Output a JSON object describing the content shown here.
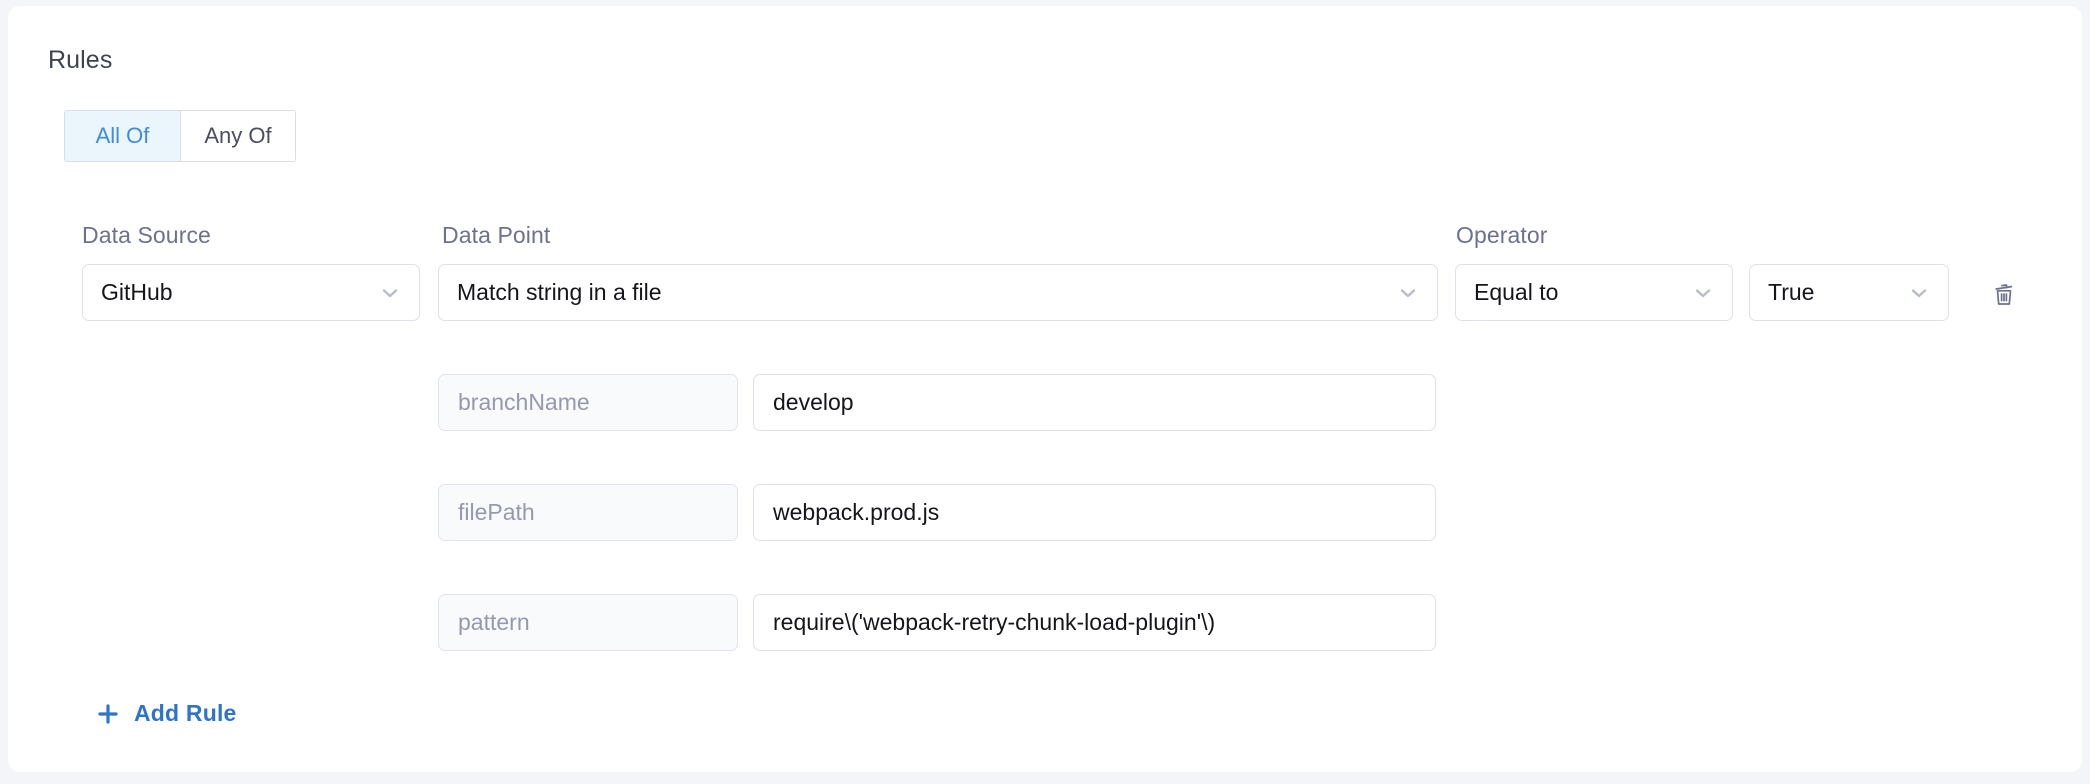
{
  "section": {
    "title": "Rules"
  },
  "match_mode": {
    "options": [
      {
        "label": "All Of",
        "selected": true
      },
      {
        "label": "Any Of",
        "selected": false
      }
    ]
  },
  "columns": {
    "data_source_label": "Data Source",
    "data_point_label": "Data Point",
    "operator_label": "Operator"
  },
  "rule": {
    "data_source": "GitHub",
    "data_point": "Match string in a file",
    "operator": "Equal to",
    "operator_value": "True",
    "delete_icon": "trash-icon",
    "parameters": [
      {
        "key": "branchName",
        "value": "develop"
      },
      {
        "key": "filePath",
        "value": "webpack.prod.js"
      },
      {
        "key": "pattern",
        "value": "require\\('webpack-retry-chunk-load-plugin'\\)"
      }
    ]
  },
  "actions": {
    "add_rule_label": "Add Rule",
    "add_rule_icon": "plus-icon"
  },
  "colors": {
    "accent_blue": "#2e74c8",
    "tab_active_text": "#3d8cdd",
    "tab_active_bg": "#eaf5fc",
    "label_gray": "#6d7190",
    "border": "#dfe0ea",
    "page_bg": "#f4f5f8",
    "card_bg": "#ffffff"
  }
}
